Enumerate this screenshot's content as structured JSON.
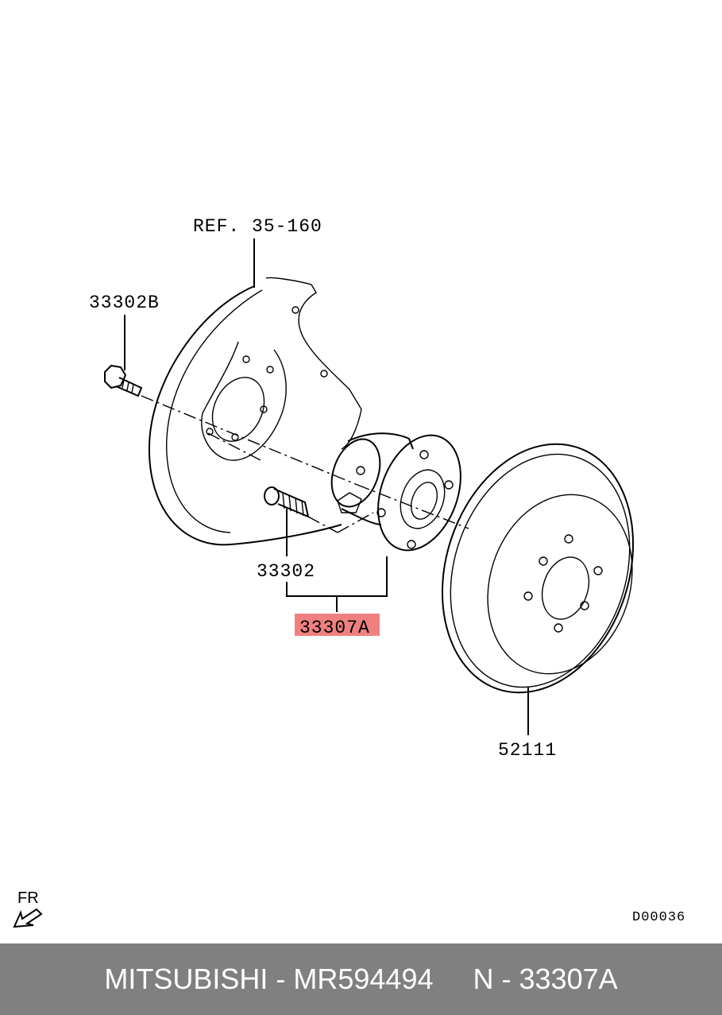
{
  "labels": {
    "ref": "REF. 35-160",
    "bolt": "33302B",
    "stud": "33302",
    "hub": "33307A",
    "disc": "52111",
    "direction": "FR",
    "diagram_code": "D00036"
  },
  "footer": {
    "text": "MITSUBISHI - MR594494     N - 33307A"
  },
  "colors": {
    "highlight": "#f08080",
    "footer_bg": "#808080"
  }
}
